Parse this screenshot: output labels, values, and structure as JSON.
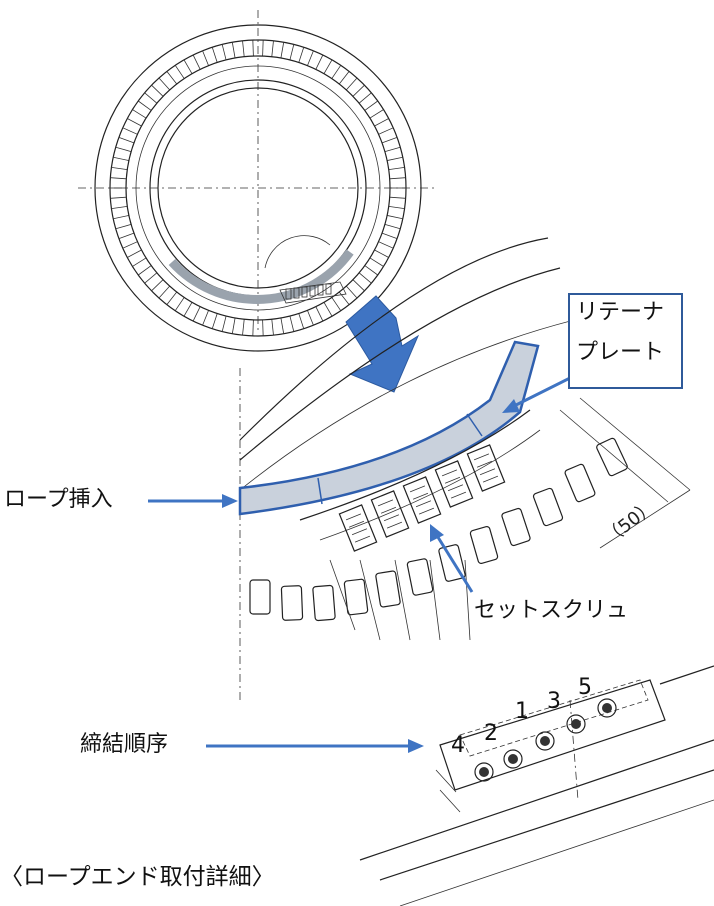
{
  "labels": {
    "retainer_plate_line1": "リテーナ",
    "retainer_plate_line2": "プレート",
    "rope_insert": "ロープ挿入",
    "set_screw": "セットスクリュ",
    "tightening_order": "締結順序",
    "caption": "〈ロープエンド取付詳細〉"
  },
  "dimension": "（50）",
  "order_numbers": [
    "4",
    "2",
    "1",
    "3",
    "5"
  ],
  "colors": {
    "accent": "#3f74c3",
    "plate_fill": "#c9d1dc",
    "line": "#222222"
  }
}
